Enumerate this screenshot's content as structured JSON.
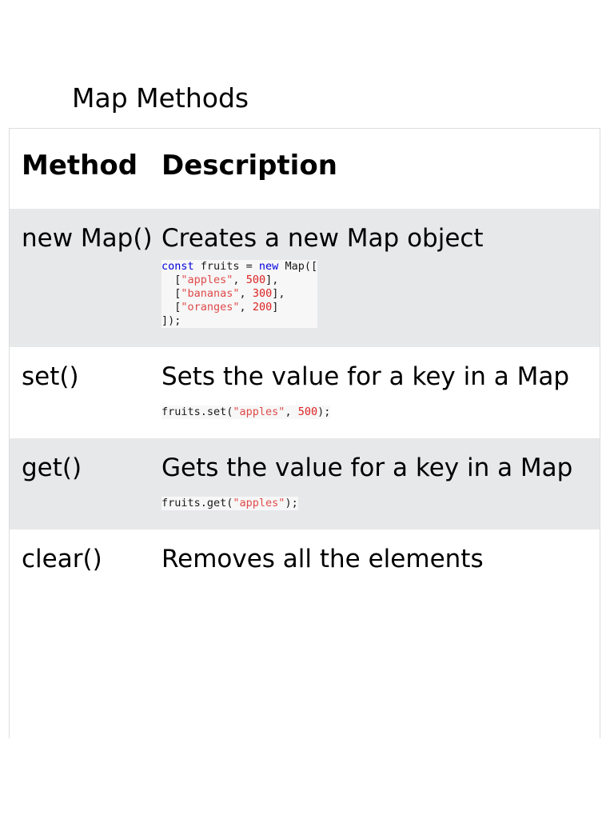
{
  "page": {
    "title": "Map Methods",
    "background_color": "#ffffff",
    "table_border_color": "#dddddd",
    "zebra_row_color": "#e7e8ea",
    "code_background_color": "#f7f7f7",
    "keyword_color": "#0000dd",
    "string_color": "#e04a4a",
    "number_color": "#dd2222"
  },
  "table": {
    "headers": {
      "method": "Method",
      "description": "Description"
    },
    "rows": [
      {
        "method": "new Map()",
        "description": "Creates a new Map object",
        "code": {
          "lines": [
            [
              {
                "t": "const",
                "c": "kw"
              },
              {
                "t": " fruits = ",
                "c": "pl"
              },
              {
                "t": "new",
                "c": "kw"
              },
              {
                "t": " Map([",
                "c": "pl"
              }
            ],
            [
              {
                "t": "  [",
                "c": "pl"
              },
              {
                "t": "\"apples\"",
                "c": "str"
              },
              {
                "t": ", ",
                "c": "pl"
              },
              {
                "t": "500",
                "c": "num"
              },
              {
                "t": "],",
                "c": "pl"
              }
            ],
            [
              {
                "t": "  [",
                "c": "pl"
              },
              {
                "t": "\"bananas\"",
                "c": "str"
              },
              {
                "t": ", ",
                "c": "pl"
              },
              {
                "t": "300",
                "c": "num"
              },
              {
                "t": "],",
                "c": "pl"
              }
            ],
            [
              {
                "t": "  [",
                "c": "pl"
              },
              {
                "t": "\"oranges\"",
                "c": "str"
              },
              {
                "t": ", ",
                "c": "pl"
              },
              {
                "t": "200",
                "c": "num"
              },
              {
                "t": "]",
                "c": "pl"
              }
            ],
            [
              {
                "t": "]);",
                "c": "pl"
              }
            ]
          ]
        },
        "zebra": true
      },
      {
        "method": "set()",
        "description": "Sets the value for a key in a Map",
        "code": {
          "lines": [
            [
              {
                "t": "fruits.set(",
                "c": "pl"
              },
              {
                "t": "\"apples\"",
                "c": "str"
              },
              {
                "t": ", ",
                "c": "pl"
              },
              {
                "t": "500",
                "c": "num"
              },
              {
                "t": ");",
                "c": "pl"
              }
            ]
          ]
        },
        "zebra": false
      },
      {
        "method": "get()",
        "description": "Gets the value for a key in a Map",
        "code": {
          "lines": [
            [
              {
                "t": "fruits.get(",
                "c": "pl"
              },
              {
                "t": "\"apples\"",
                "c": "str"
              },
              {
                "t": ");",
                "c": "pl"
              }
            ]
          ]
        },
        "zebra": true
      },
      {
        "method": "clear()",
        "description": "Removes all the elements",
        "code": {
          "lines": []
        },
        "zebra": false
      }
    ]
  }
}
